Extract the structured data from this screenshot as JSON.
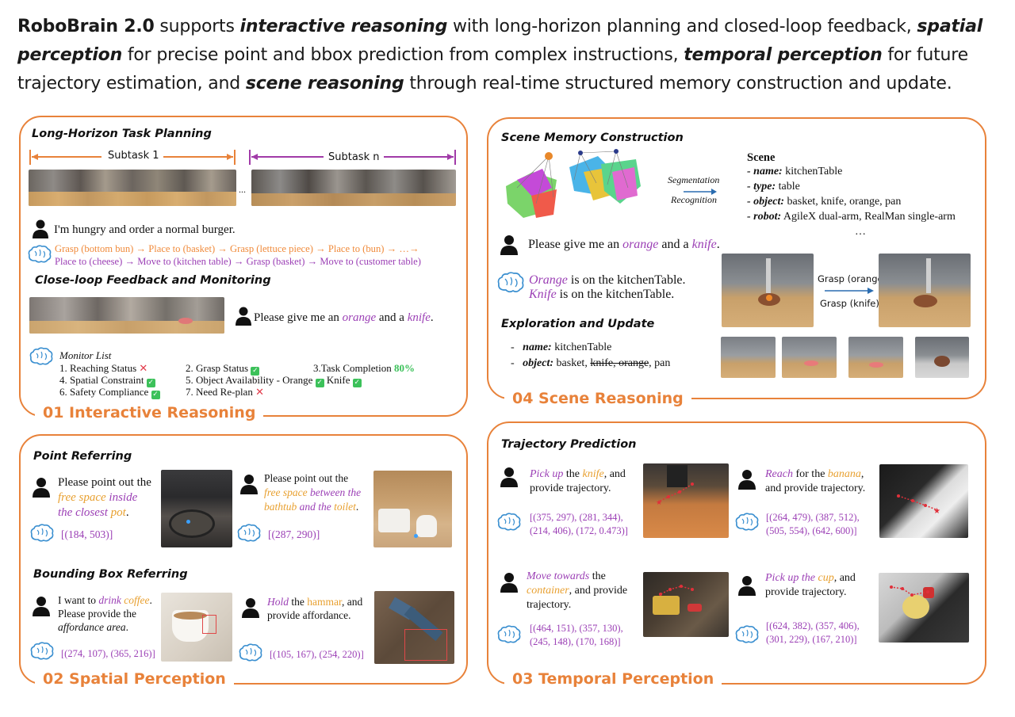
{
  "intro": {
    "p1": "RoboBrain 2.0",
    "p2": " supports ",
    "p3": "interactive reasoning",
    "p4": " with long-horizon planning and closed-loop feedback, ",
    "p5": "spatial perception",
    "p6": " for precise point and bbox prediction from complex instructions, ",
    "p7": "temporal perception",
    "p8": " for future trajectory estimation, and ",
    "p9": "scene reasoning",
    "p10": " through real-time structured memory construction and update."
  },
  "panel1": {
    "title": "01 Interactive Reasoning",
    "section1": "Long-Horizon Task Planning",
    "subtask1": "Subtask 1",
    "subtaskn": "Subtask n",
    "ellipsis": "...",
    "user_msg": "I'm hungry and order a normal burger.",
    "plan_line1": "Grasp (bottom bun) → Place to (basket) → Grasp (lettuce piece) → Place to (bun) → …→",
    "plan_line2": "Place to (cheese) → Move to (kitchen table) → Grasp (basket) → Move to (customer table)",
    "section2": "Close-loop Feedback and Monitoring",
    "feedback_msg_a": "Please give me an ",
    "feedback_orange": "orange",
    "feedback_and": " and a ",
    "feedback_knife": "knife",
    "feedback_end": ".",
    "monitor_title": "Monitor List",
    "m1": "1. Reaching Status",
    "m2": "2. Grasp Status",
    "m3": "3.Task Completion",
    "m3_pct": "80%",
    "m4": "4. Spatial Constraint",
    "m5": "5. Object Availability - Orange",
    "m5b": "Knife",
    "m6": "6. Safety Compliance",
    "m7": "7. Need Re-plan"
  },
  "panel2": {
    "title": "02 Spatial Perception",
    "section1": "Point Referring",
    "q1_a": "Please point out the",
    "q1_b": "free space",
    "q1_c": "inside",
    "q1_d": "the closest",
    "q1_e": "pot",
    "q1_f": ".",
    "a1": "[(184, 503)]",
    "q2_a": "Please point out the",
    "q2_b": "free space",
    "q2_c": "between the",
    "q2_d": "bathtub",
    "q2_e": "and the",
    "q2_f": "toilet",
    "q2_g": ".",
    "a2": "[(287, 290)]",
    "section2": "Bounding Box Referring",
    "q3_a": "I want to ",
    "q3_b": "drink",
    "q3_c": "coffee",
    "q3_d": ".",
    "q3_e": "Please provide the",
    "q3_f": "affordance area",
    "q3_g": ".",
    "a3": "[(274, 107), (365, 216)]",
    "q4_a": "Hold",
    "q4_b": " the ",
    "q4_c": "hammar",
    "q4_d": ", and",
    "q4_e": "provide affordance.",
    "a4": "[(105, 167), (254, 220)]"
  },
  "panel3": {
    "title": "03 Temporal Perception",
    "section1": "Trajectory Prediction",
    "q1_a": "Pick up",
    "q1_b": " the ",
    "q1_c": "knife",
    "q1_d": ", and",
    "q1_e": "provide trajectory.",
    "a1_l1": "[(375, 297), (281, 344),",
    "a1_l2": "(214, 406), (172, 0.473)]",
    "q2_a": "Reach",
    "q2_b": " for the ",
    "q2_c": "banana",
    "q2_d": ",",
    "q2_e": "and provide trajectory.",
    "a2_l1": "[(264, 479), (387, 512),",
    "a2_l2": "(505, 554), (642, 600)]",
    "q3_a": "Move towards",
    "q3_b": " the",
    "q3_c": "container",
    "q3_d": ", and provide",
    "q3_e": "trajectory.",
    "a3_l1": "[(464, 151), (357, 130),",
    "a3_l2": "(245, 148), (170, 168)]",
    "q4_a": "Pick up",
    "q4_b": " the ",
    "q4_c": "cup",
    "q4_d": ", and",
    "q4_e": "provide trajectory.",
    "a4_l1": "[(624, 382), (357, 406),",
    "a4_l2": "(301, 229), (167, 210)]"
  },
  "panel4": {
    "title": "04 Scene Reasoning",
    "section1": "Scene Memory Construction",
    "seg": "Segmentation",
    "rec": "Recognition",
    "scene_title": "Scene",
    "k_name": "- name:",
    "v_name": " kitchenTable",
    "k_type": "- type:",
    "v_type": " table",
    "k_object": "- object:",
    "v_object": " basket, knife, orange, pan",
    "k_robot": "- robot:",
    "v_robot": " AgileX dual-arm, RealMan single-arm",
    "dots": "…",
    "user_a": "Please give me an ",
    "user_orange": "orange",
    "user_and": " and a ",
    "user_knife": "knife",
    "user_end": ".",
    "r1_a": "Orange",
    "r1_b": " is on the kitchenTable.",
    "r2_a": "Knife",
    "r2_b": " is on the kitchenTable.",
    "grasp_orange": "Grasp (orange)",
    "grasp_knife": "Grasp (knife)",
    "section2": "Exploration and Update",
    "e_name_k": "name:",
    "e_name_v": " kitchenTable",
    "e_obj_k": "object:",
    "e_obj_v1": " basket, ",
    "e_obj_strike": "knife, orange",
    "e_obj_v2": ", pan",
    "dash": "-"
  },
  "colors": {
    "accent": "#e8823a",
    "purple": "#9b3fb5",
    "gold": "#e8a030",
    "green": "#3cc15a",
    "red": "#e23a4a"
  }
}
